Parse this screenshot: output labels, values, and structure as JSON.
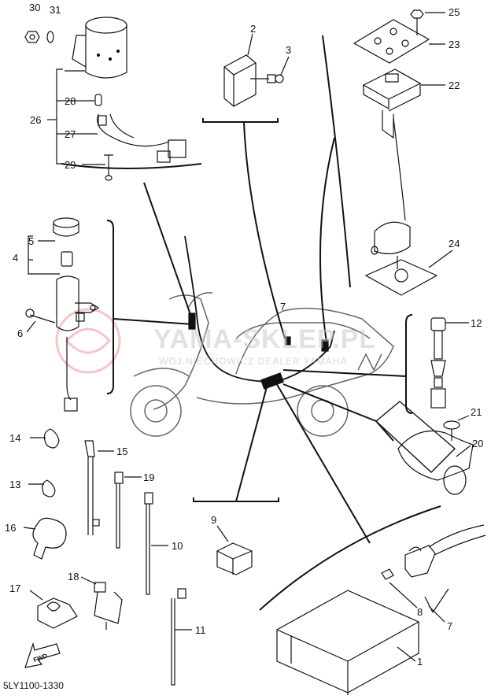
{
  "diagram": {
    "part_code": "5LY1100-1330",
    "watermark": {
      "title": "YAMA-SKLEP.PL",
      "subtitle": "WOJ.NIECHOWICZ DEALER YAMAHA"
    },
    "fwd_label": "FWD",
    "callouts": [
      {
        "id": "c30",
        "label": "30"
      },
      {
        "id": "c31",
        "label": "31"
      },
      {
        "id": "c25",
        "label": "25"
      },
      {
        "id": "c2",
        "label": "2"
      },
      {
        "id": "c3",
        "label": "3"
      },
      {
        "id": "c23",
        "label": "23"
      },
      {
        "id": "c22",
        "label": "22"
      },
      {
        "id": "c28",
        "label": "28"
      },
      {
        "id": "c26",
        "label": "26"
      },
      {
        "id": "c27",
        "label": "27"
      },
      {
        "id": "c29",
        "label": "29"
      },
      {
        "id": "c5",
        "label": "5"
      },
      {
        "id": "c4",
        "label": "4"
      },
      {
        "id": "c6",
        "label": "6"
      },
      {
        "id": "c24",
        "label": "24"
      },
      {
        "id": "c7a",
        "label": "7"
      },
      {
        "id": "c12",
        "label": "12"
      },
      {
        "id": "c21",
        "label": "21"
      },
      {
        "id": "c20",
        "label": "20"
      },
      {
        "id": "c14",
        "label": "14"
      },
      {
        "id": "c15",
        "label": "15"
      },
      {
        "id": "c19",
        "label": "19"
      },
      {
        "id": "c13",
        "label": "13"
      },
      {
        "id": "c9",
        "label": "9"
      },
      {
        "id": "c16",
        "label": "16"
      },
      {
        "id": "c10",
        "label": "10"
      },
      {
        "id": "c18",
        "label": "18"
      },
      {
        "id": "c17",
        "label": "17"
      },
      {
        "id": "c11",
        "label": "11"
      },
      {
        "id": "c8",
        "label": "8"
      },
      {
        "id": "c7b",
        "label": "7"
      },
      {
        "id": "c1",
        "label": "1"
      }
    ]
  }
}
